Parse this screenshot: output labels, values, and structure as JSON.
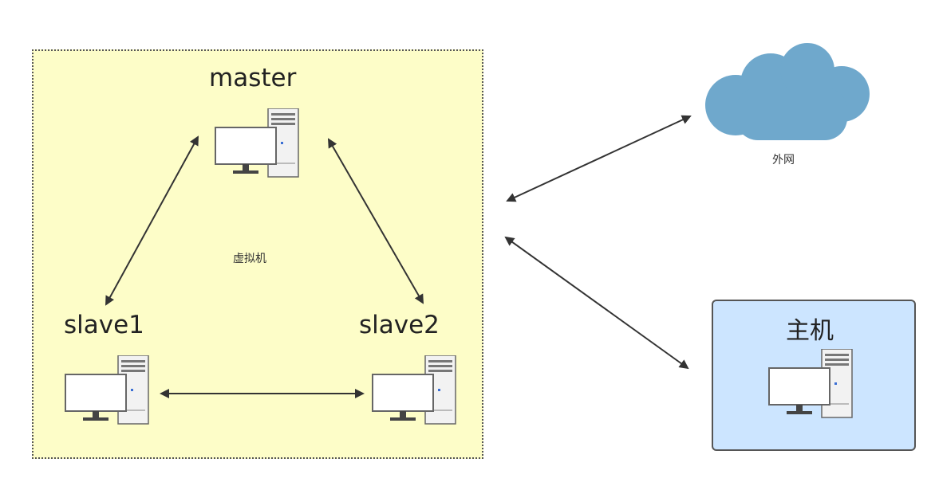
{
  "nodes": {
    "master": "master",
    "slave1": "slave1",
    "slave2": "slave2",
    "vm_group": "虚拟机",
    "internet": "外网",
    "host": "主机"
  },
  "colors": {
    "vm_fill": "#fdfdc8",
    "host_fill": "#cce5ff",
    "cloud": "#6fa8cc",
    "arrow": "#333333"
  },
  "icons": [
    "computer-icon",
    "cloud-icon"
  ]
}
